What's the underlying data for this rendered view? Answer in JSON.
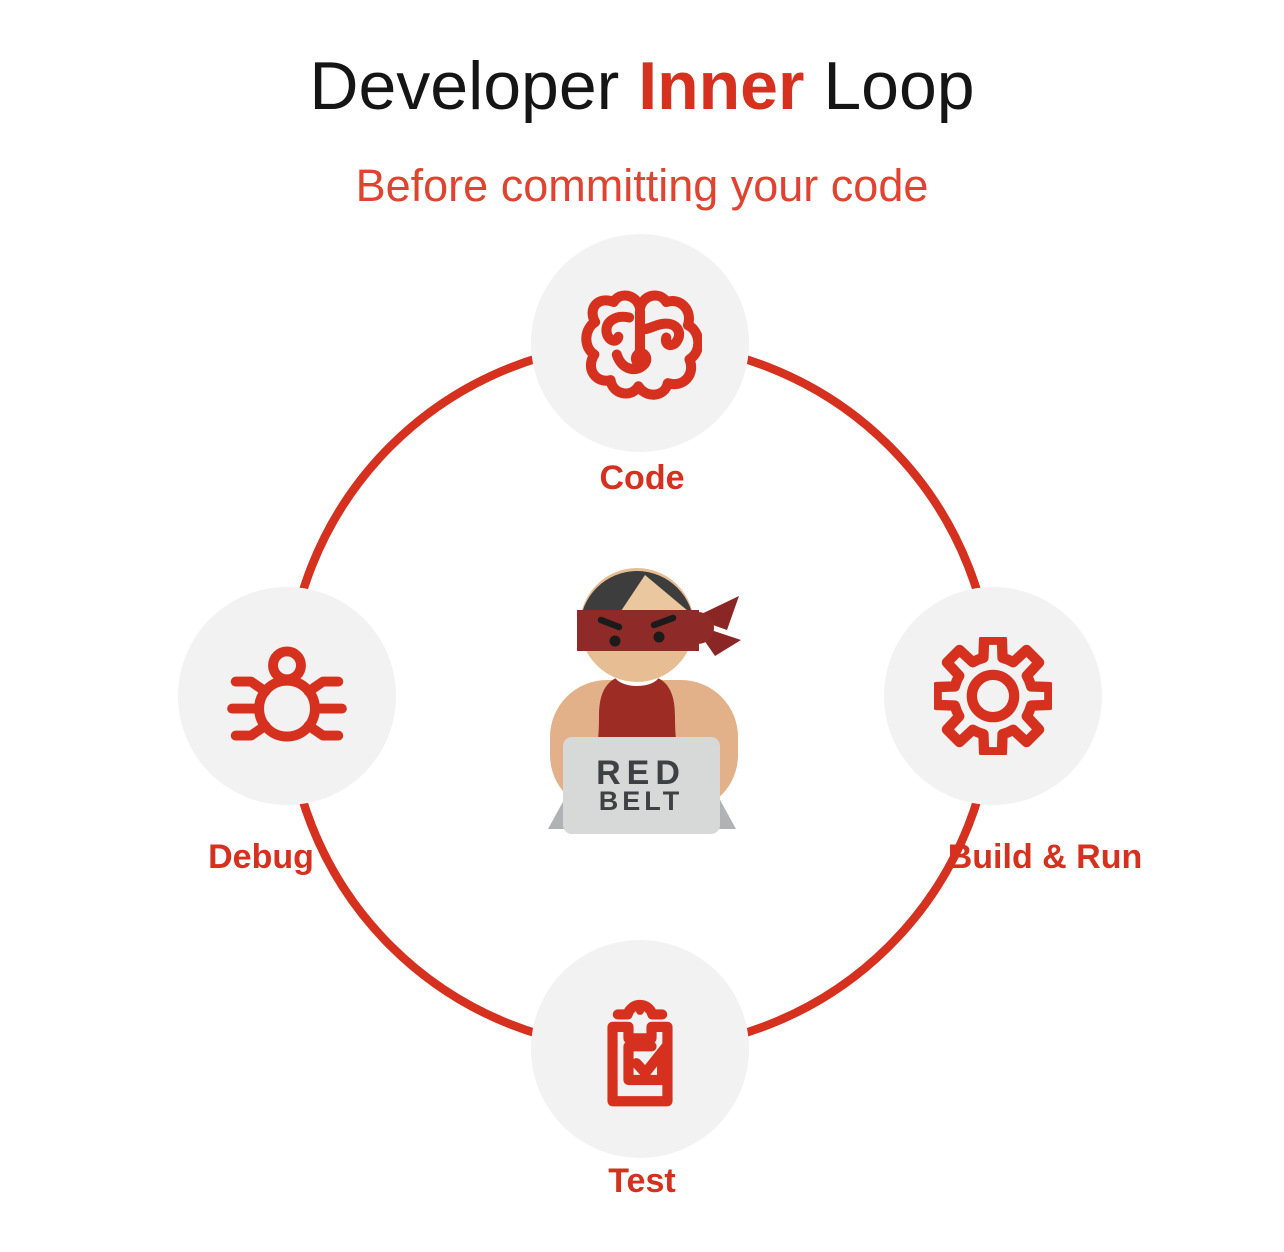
{
  "title": {
    "part1": "Developer ",
    "highlight": "Inner",
    "part2": " Loop"
  },
  "subtitle": "Before committing your code",
  "nodes": [
    {
      "id": "code",
      "label": "Code",
      "icon": "brain-icon"
    },
    {
      "id": "build-run",
      "label": "Build & Run",
      "icon": "gear-icon"
    },
    {
      "id": "test",
      "label": "Test",
      "icon": "clipboard-check-icon"
    },
    {
      "id": "debug",
      "label": "Debug",
      "icon": "bug-icon"
    }
  ],
  "center_figure": {
    "description": "red-belt developer with bandana at laptop",
    "laptop_line1": "RED",
    "laptop_line2": "BELT"
  },
  "colors": {
    "accent_red": "#d6301f",
    "subtitle_red": "#e0432f",
    "node_bg": "#f2f2f2",
    "title_text": "#151515",
    "bandana_red": "#8e2a27",
    "tank_red": "#9d2c24",
    "skin": "#e7bd94",
    "hair": "#3d3d3d",
    "laptop_gray": "#d7d8d8",
    "laptop_base_gray": "#b0b3b4",
    "laptop_text": "#3e4144"
  }
}
